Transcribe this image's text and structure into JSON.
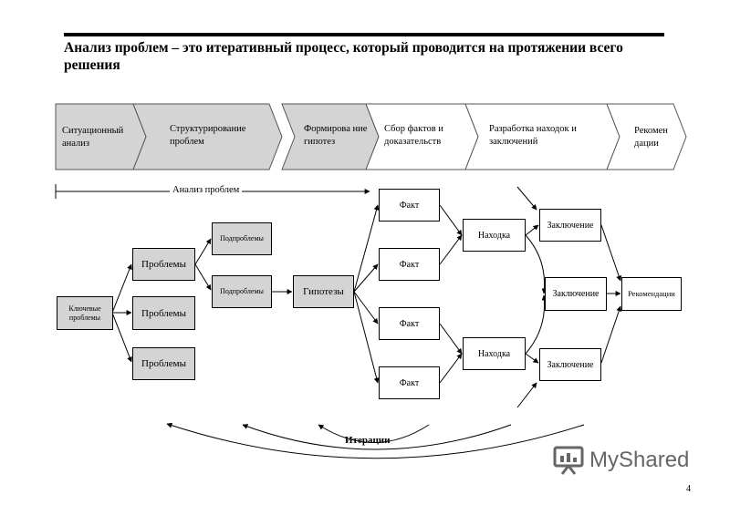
{
  "title": "Анализ проблем – это итеративный процесс, который проводится на протяжении всего решения",
  "stages": [
    "Ситуационный анализ",
    "Структурирование проблем",
    "Формирова ние гипотез",
    "Сбор фактов и доказательств",
    "Разработка находок и заключений",
    "Рекомен дации"
  ],
  "range_label": "Анализ проблем",
  "nodes": {
    "key_problems": "Ключевые проблемы",
    "problems": [
      "Проблемы",
      "Проблемы",
      "Проблемы"
    ],
    "subproblems": [
      "Подпроблемы",
      "Подпроблемы"
    ],
    "hypotheses": "Гипотезы",
    "facts": [
      "Факт",
      "Факт",
      "Факт",
      "Факт"
    ],
    "findings": [
      "Находка",
      "Находка"
    ],
    "conclusions": [
      "Заключение",
      "Заключение",
      "Заключение"
    ],
    "recommendations": "Рекомендации"
  },
  "iterations": "Итерации",
  "watermark": {
    "text": "MyShared",
    "icon": "presentation-board-icon"
  },
  "page_number": "4",
  "colors": {
    "gray_fill": "#d4d4d4",
    "line": "#000000",
    "watermark": "#666666"
  }
}
